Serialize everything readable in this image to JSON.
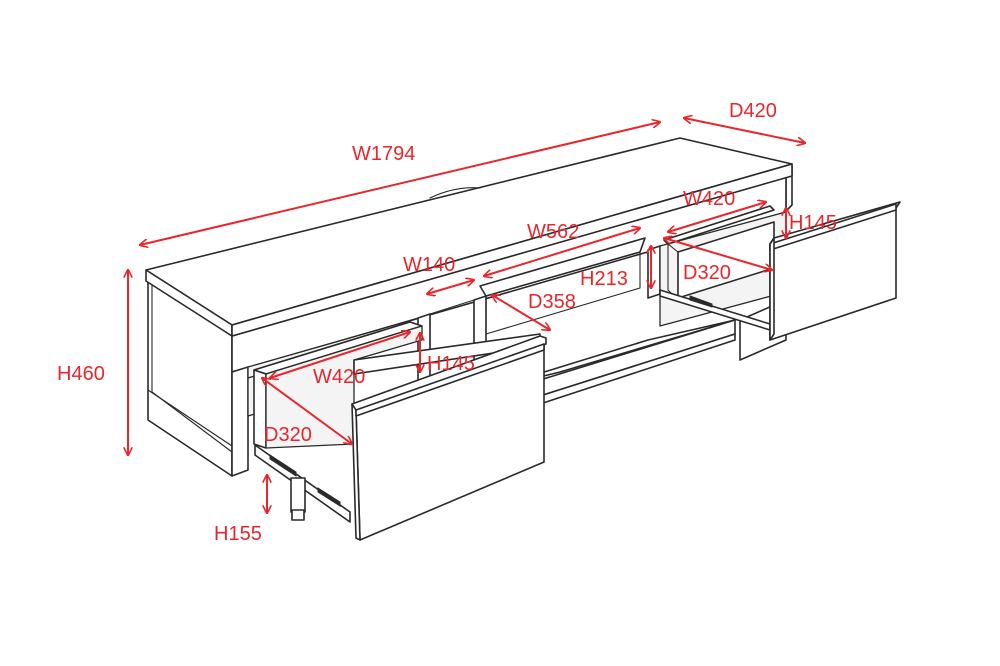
{
  "dimension_color": "#e8262b",
  "dimensions": {
    "overall_width": "W1794",
    "overall_depth": "D420",
    "overall_height": "H460",
    "leg_height": "H155",
    "center_width": "W562",
    "center_height": "H213",
    "center_depth": "D358",
    "divider_width": "W140",
    "left_drawer_width": "W420",
    "left_drawer_height": "H145",
    "left_drawer_depth": "D320",
    "right_drawer_width": "W420",
    "right_drawer_height": "H145",
    "right_drawer_depth": "D320"
  }
}
